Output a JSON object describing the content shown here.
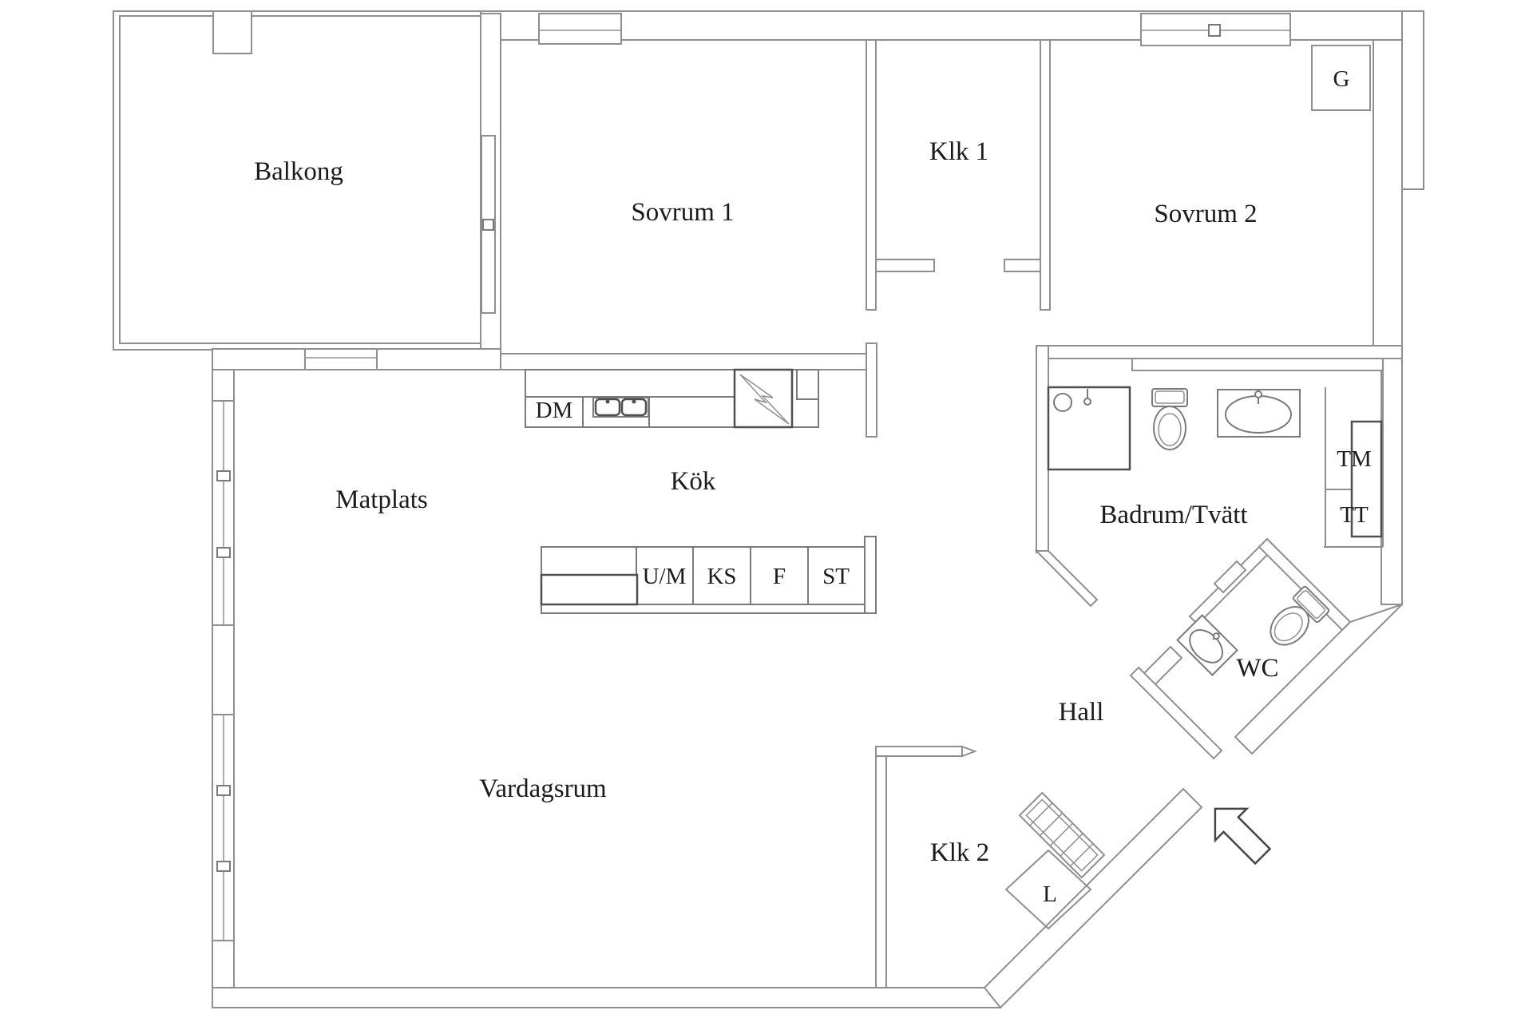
{
  "document": {
    "type": "apartment-floor-plan",
    "background_color": "#ffffff",
    "wall_line_color": "#8f8f8f",
    "fixture_line_color": "#4f4f4f",
    "text_color": "#1b1b1b"
  },
  "labels": {
    "balkong": "Balkong",
    "sovrum1": "Sovrum 1",
    "klk1": "Klk 1",
    "sovrum2": "Sovrum 2",
    "g": "G",
    "dm": "DM",
    "kok": "Kök",
    "matplats": "Matplats",
    "um": "U/M",
    "ks": "KS",
    "f": "F",
    "st": "ST",
    "badrum": "Badrum/Tvätt",
    "tm": "TM",
    "tt": "TT",
    "wc": "WC",
    "hall": "Hall",
    "vardagsrum": "Vardagsrum",
    "klk2": "Klk 2",
    "l": "L"
  },
  "icons": {
    "entry-arrow-icon": "thick outline arrow pointing up-left",
    "stairs-icon": "hatched parallel treads rotated 45deg",
    "elevator-icon": "diamond (rotated square) labelled L",
    "stove-icon": "square with lightning bolt",
    "sink-double-basin-icon": "two rounded basins with taps",
    "shower-icon": "square with drain circle and tap",
    "toilet-icon": "cistern with oval bowl",
    "washbasin-icon": "rectangle with oval basin and tap",
    "window": "double line with mullion squares"
  }
}
